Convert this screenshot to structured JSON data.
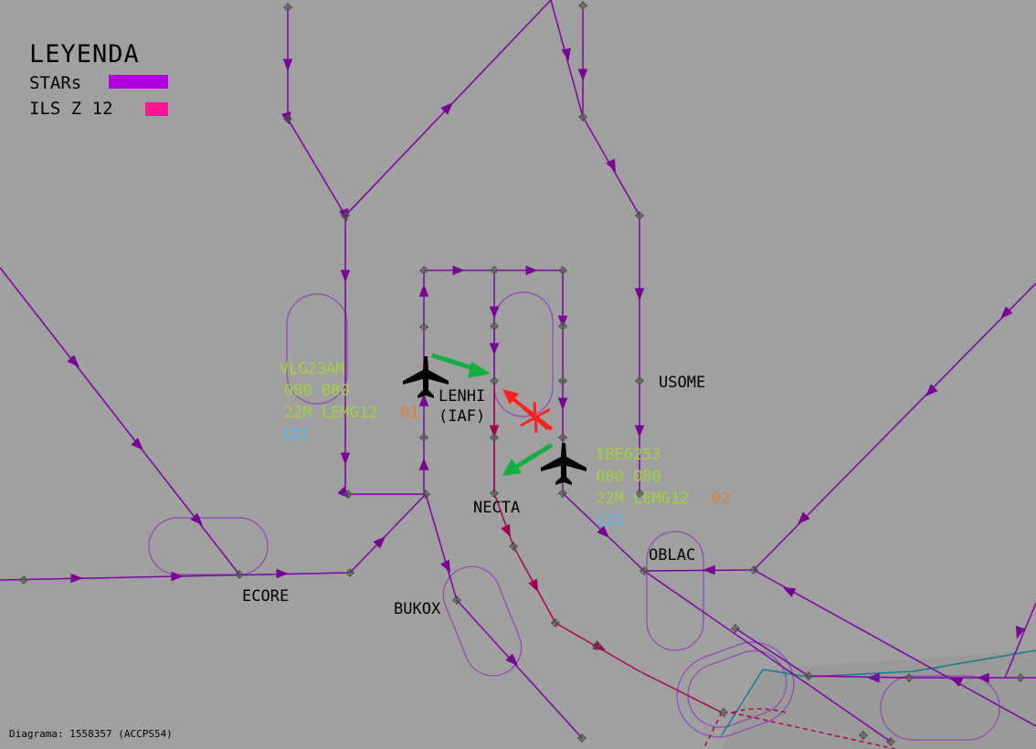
{
  "legend": {
    "title": "LEYENDA",
    "items": [
      {
        "label": "STARs",
        "color": "#b000e0"
      },
      {
        "label": "ILS Z 12",
        "color": "#ff1493"
      }
    ]
  },
  "waypoints": {
    "lenhi": "LENHI",
    "lenhi_sub": "(IAF)",
    "usome": "USOME",
    "necta": "NECTA",
    "oblac": "OBLAC",
    "ecore": "ECORE",
    "bukox": "BUKOX"
  },
  "aircraft": [
    {
      "callsign": "VLG23AM",
      "line2": "080 080",
      "line3a": "22M LEMG12",
      "line3b": "01",
      "line4": "i21",
      "icon": "airplane-icon"
    },
    {
      "callsign": "IBE6253",
      "line2": "080 080",
      "line3a": "22M LEMG12",
      "line3b": "02",
      "line4": "i21",
      "icon": "airplane-icon"
    }
  ],
  "colors": {
    "background": "#a0a0a0",
    "star": "#8000a8",
    "holding": "#9050b0",
    "ils": "#b00050",
    "tag_green": "#a4d23c",
    "tag_orange": "#e08030",
    "tag_cyan": "#40c0ff",
    "arrow_green": "#10b040",
    "arrow_red": "#ff2020",
    "teal": "#108090"
  },
  "footer": "Diagrama: 1558357 (ACCPS54)"
}
